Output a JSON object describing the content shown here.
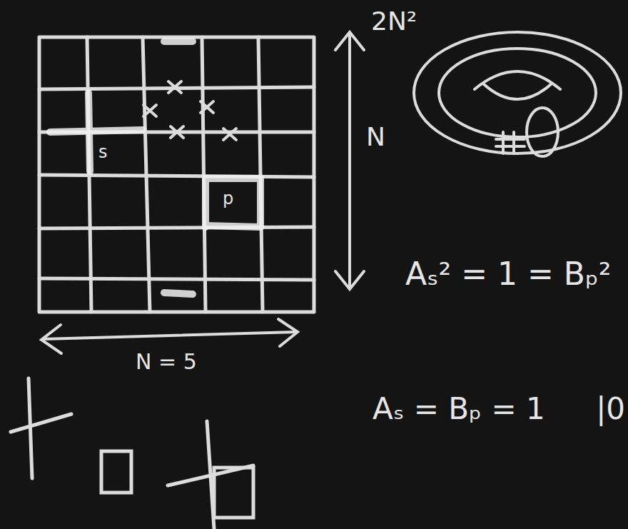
{
  "diagram": {
    "labels": [
      "2N²",
      "N",
      "s",
      "p",
      "N = 5",
      "Aₛ² = 1 = Bₚ²",
      "Aₛ = Bₚ = 1",
      "|0"
    ]
  }
}
